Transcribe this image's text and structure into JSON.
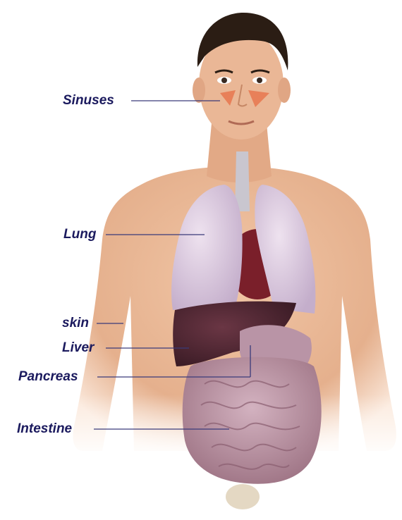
{
  "labels": {
    "sinuses": "Sinuses",
    "lung": "Lung",
    "skin": "skin",
    "liver": "Liver",
    "pancreas": "Pancreas",
    "intestine": "Intestine"
  },
  "colors": {
    "label_text": "#1b1a5e",
    "leader_line": "#3a3a7a",
    "skin": "#e9b894",
    "hair": "#2b1d14",
    "lung": "#d9c8dc",
    "heart": "#7a1f2a",
    "liver": "#4a2430",
    "intestine": "#b78c9c",
    "sinus_highlight": "#e8774f",
    "trachea": "#c9c6cf"
  }
}
